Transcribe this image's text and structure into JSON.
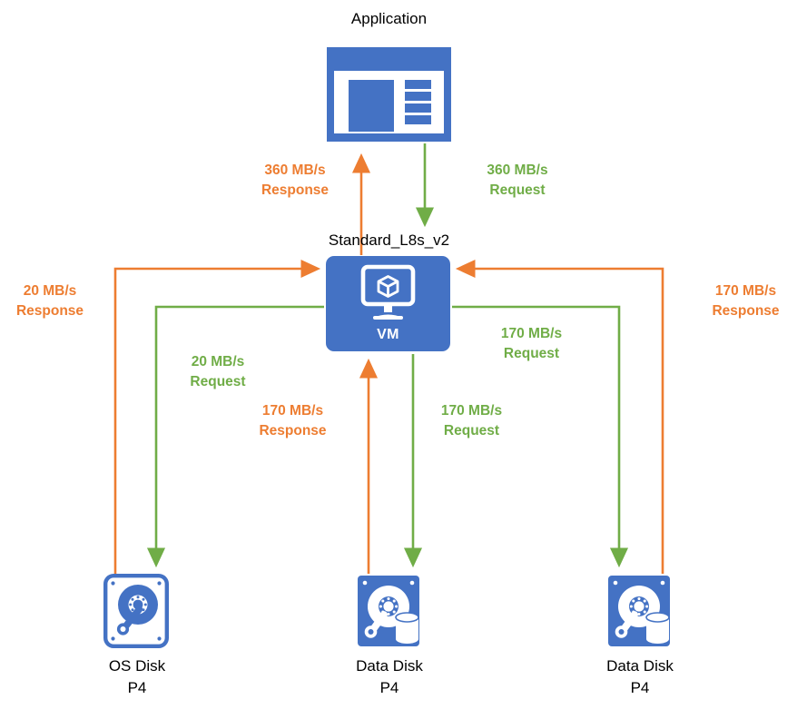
{
  "diagram": {
    "title": "Azure VM disk throughput diagram",
    "colors": {
      "azure_blue": "#4472C4",
      "response_orange": "#ED7D31",
      "request_green": "#70AD47",
      "text_black": "#000000",
      "background": "#ffffff"
    }
  },
  "nodes": {
    "application": {
      "label": "Application",
      "icon": "application-window-icon"
    },
    "vm": {
      "label": "Standard_L8s_v2",
      "caption": "VM",
      "icon": "virtual-machine-icon"
    },
    "os_disk": {
      "label_line1": "OS Disk",
      "label_line2": "P4",
      "icon": "os-disk-icon"
    },
    "data_disk_1": {
      "label_line1": "Data Disk",
      "label_line2": "P4",
      "icon": "data-disk-icon"
    },
    "data_disk_2": {
      "label_line1": "Data Disk",
      "label_line2": "P4",
      "icon": "data-disk-icon"
    }
  },
  "flows": {
    "app_response": {
      "rate": "360 MB/s",
      "kind": "Response",
      "color": "#ED7D31",
      "direction": "up"
    },
    "app_request": {
      "rate": "360 MB/s",
      "kind": "Request",
      "color": "#70AD47",
      "direction": "down"
    },
    "os_disk_response": {
      "rate": "20 MB/s",
      "kind": "Response",
      "color": "#ED7D31",
      "direction": "up"
    },
    "os_disk_request": {
      "rate": "20 MB/s",
      "kind": "Request",
      "color": "#70AD47",
      "direction": "down"
    },
    "data_disk1_response": {
      "rate": "170 MB/s",
      "kind": "Response",
      "color": "#ED7D31",
      "direction": "up"
    },
    "data_disk1_request": {
      "rate": "170 MB/s",
      "kind": "Request",
      "color": "#70AD47",
      "direction": "down"
    },
    "data_disk2_response": {
      "rate": "170 MB/s",
      "kind": "Response",
      "color": "#ED7D31",
      "direction": "up"
    },
    "data_disk2_request": {
      "rate": "170 MB/s",
      "kind": "Request",
      "color": "#70AD47",
      "direction": "down"
    }
  },
  "chart_data": {
    "type": "diagram",
    "title": "Application / VM / Disk throughput",
    "nodes": [
      "Application",
      "Standard_L8s_v2 (VM)",
      "OS Disk P4",
      "Data Disk P4",
      "Data Disk P4"
    ],
    "edges": [
      {
        "from": "Standard_L8s_v2",
        "to": "Application",
        "value": 360,
        "unit": "MB/s",
        "label": "360 MB/s Response",
        "type": "Response"
      },
      {
        "from": "Application",
        "to": "Standard_L8s_v2",
        "value": 360,
        "unit": "MB/s",
        "label": "360 MB/s Request",
        "type": "Request"
      },
      {
        "from": "OS Disk P4",
        "to": "Standard_L8s_v2",
        "value": 20,
        "unit": "MB/s",
        "label": "20 MB/s Response",
        "type": "Response"
      },
      {
        "from": "Standard_L8s_v2",
        "to": "OS Disk P4",
        "value": 20,
        "unit": "MB/s",
        "label": "20 MB/s Request",
        "type": "Request"
      },
      {
        "from": "Data Disk P4 (center)",
        "to": "Standard_L8s_v2",
        "value": 170,
        "unit": "MB/s",
        "label": "170 MB/s Response",
        "type": "Response"
      },
      {
        "from": "Standard_L8s_v2",
        "to": "Data Disk P4 (center)",
        "value": 170,
        "unit": "MB/s",
        "label": "170 MB/s Request",
        "type": "Request"
      },
      {
        "from": "Data Disk P4 (right)",
        "to": "Standard_L8s_v2",
        "value": 170,
        "unit": "MB/s",
        "label": "170 MB/s Response",
        "type": "Response"
      },
      {
        "from": "Standard_L8s_v2",
        "to": "Data Disk P4 (right)",
        "value": 170,
        "unit": "MB/s",
        "label": "170 MB/s Request",
        "type": "Request"
      }
    ]
  },
  "labels": {
    "app_response_rate": "360 MB/s",
    "app_response_kind": "Response",
    "app_request_rate": "360 MB/s",
    "app_request_kind": "Request",
    "left_response_rate": "20 MB/s",
    "left_response_kind": "Response",
    "left_request_rate": "20 MB/s",
    "left_request_kind": "Request",
    "mid_response_rate": "170 MB/s",
    "mid_response_kind": "Response",
    "mid_request_rate": "170 MB/s",
    "mid_request_kind": "Request",
    "rightmid_request_rate": "170 MB/s",
    "rightmid_request_kind": "Request",
    "right_response_rate": "170 MB/s",
    "right_response_kind": "Response"
  }
}
